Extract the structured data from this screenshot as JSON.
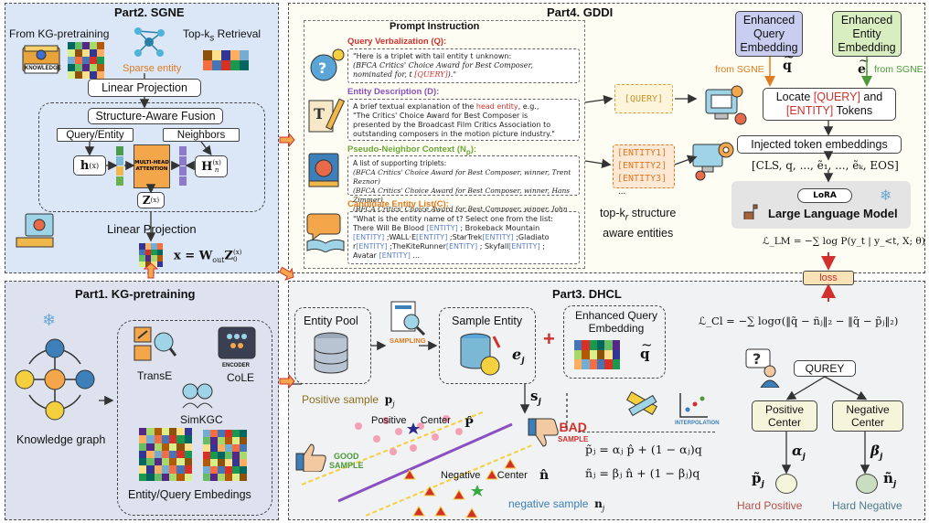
{
  "part2": {
    "title": "Part2. SGNE",
    "from_kg": "From KG-pretraining",
    "knowledge_label": "KNOWLEDGE",
    "topk": "Top-k",
    "topk_sub": "s",
    "topk_tail": " Retrieval",
    "sparse": "Sparse entity",
    "linear_projection_top": "Linear Projection",
    "fusion": "Structure-Aware Fusion",
    "query_entity": "Query/Entity",
    "neighbors": "Neighbors",
    "h": "h",
    "h_sup": "(x)",
    "H": "H",
    "H_sup": "(x)",
    "H_sub": "n",
    "attention": "MULTI-HEAD ATTENTION",
    "z": "Z",
    "z_sup": "(x)",
    "linear_projection_bottom": "Linear Projection",
    "equation": "x = W",
    "eq_sub": "out",
    "eq_Z": "Z",
    "eq_Z_sub": "0",
    "eq_Z_sup": "(x)"
  },
  "part4": {
    "title": "Part4. GDDI",
    "prompt_instruction": "Prompt  Instruction",
    "sections": [
      {
        "title": "Query Verbalization (Q):",
        "color": "#d0312d"
      },
      {
        "title": "Entity Description (D):",
        "color": "#8a4fc0"
      },
      {
        "title": "Pseudo-Neighbor Context (N",
        "color": "#6aa838"
      },
      {
        "title": "Candidate Entity List(C):",
        "color": "#e07b1f"
      }
    ],
    "pn_sub": "p",
    "pn_tail": "):",
    "q_text1": "\"Here is a triplet with tail entity t unknown:",
    "q_text2": "(BFCA Critics' Choice Award for Best Composer,",
    "q_text3": "nominated for, t ",
    "q_query": "[QUERY]",
    "q_text4": ").\"",
    "d_text1": "A brief textual explanation of the ",
    "d_head": "head entity",
    "d_text1b": ", e.g.,",
    "d_text2": "\"The Critics' Choice Award for Best Composer is",
    "d_text3": "presented by the Broadcast Film Critics Association to",
    "d_text4": "outstanding composers in the motion picture industry.\"",
    "n_text1": "A list of supporting triplets:",
    "n_text2": "(BFCA Critics' Choice Award for Best Composer, winner, Trent Reznor)",
    "n_text3": "(BFCA Critics' Choice Award for Best Composer, winner, Hans Zimmer)",
    "n_text4": "(BFCA Critics' Choice Award for Best Composer, winner, John Williams)",
    "c_text1": "\"What is the entity name of t? Select one from the list:",
    "c_text2a": "There Will Be Blood ",
    "c_ent": "[ENTITY]",
    "c_text2b": " ; Brokeback Mountain",
    "c_text3a": "",
    "c_text3b": " ;WALL·E",
    "c_text3c": " ;StarTrek",
    "c_text3d": " ;Gladiato",
    "c_text4a": "r",
    "c_text4b": " ;TheKiteRunner",
    "c_text4c": " ;  Skyfall",
    "c_text4d": " ;",
    "c_text5": "Avatar ",
    "c_text5b": " ...",
    "query_token": "[QUERY]",
    "entity_tokens": [
      "[ENTITY1]",
      "[ENTITY2]",
      "[ENTITY3]"
    ],
    "entity_dots": "...",
    "topk_struct1": "top-k",
    "topk_struct_sub": "r",
    "topk_struct2": " structure",
    "topk_struct3": "aware entities",
    "enh_query": "Enhanced Query Embedding",
    "enh_entity": "Enhanced Entity Embedding",
    "from_sgne_1": "from SGNE",
    "from_sgne_2": "from SGNE",
    "q_sym": "q",
    "e_sym": "e",
    "e_sub": "i",
    "locate_1": "Locate ",
    "locate_query": "[QUERY]",
    "locate_and": " and",
    "locate_entity": "[ENTITY]",
    "locate_tokens": " Tokens",
    "injected": "Injected token embeddings",
    "sequence": "[CLS, q, ..., ẽ₁, ..., ẽₖ, EOS]",
    "lora": "LoRA",
    "llm": "Large Language Model",
    "loss_lm": "ℒ_LM = −∑ log P(y_t | y_<t, X; θ)",
    "loss": "loss"
  },
  "part1": {
    "title": "Part1. KG-pretraining",
    "kg": "Knowledge graph",
    "transe": "TransE",
    "encoder": "ENCODER",
    "cole": "CoLE",
    "simkgc": "SimKGC",
    "embeddings": "Entity/Query Embedings"
  },
  "part3": {
    "title": "Part3. DHCL",
    "entity_pool": "Entity Pool",
    "sampling": "SAMPLING",
    "sample_entity": "Sample Entity",
    "e_j": "e",
    "e_j_sub": "j",
    "plus": "+",
    "enh_query": "Enhanced Query Embedding",
    "q_sym": "q",
    "s_j": "s",
    "s_j_sub": "j",
    "positive_sample": "Positive sample",
    "p_j": "p",
    "p_j_sub": "j",
    "positive": "Positive",
    "center": "Center",
    "p_hat": "P̂",
    "bad": "BAD",
    "bad_sample": "SAMPLE",
    "good": "GOOD",
    "good_sample": "SAMPLE",
    "negative": "Negative",
    "neg_center": "Center",
    "n_hat": "n̂",
    "negative_sample": "negative sample",
    "n_j": "n",
    "n_j_sub": "j",
    "interpolation": "INTERPOLATION",
    "eq1": "p̃ⱼ = αⱼ p̂ + (1 − αⱼ)q",
    "eq2": "ñⱼ = βⱼ n̂ + (1 − βⱼ)q",
    "cl_loss": "ℒ_Cl = −∑ logσ(‖q̃ − ñⱼ‖₂ − ‖q̃ − p̃ⱼ‖₂)",
    "qurey": "QUREY",
    "pos_center": "Positive Center",
    "neg_center_box": "Negative Center",
    "alpha": "α",
    "alpha_sub": "j",
    "beta": "β",
    "beta_sub": "j",
    "p_tilde": "p̃",
    "p_tilde_sub": "j",
    "n_tilde": "ñ",
    "n_tilde_sub": "j",
    "hard_pos": "Hard Positive",
    "hard_neg": "Hard Negative"
  },
  "colors": {
    "part2_bg": "#dbe7f6",
    "part4_bg": "#fdfdf3",
    "part1_bg": "#dde2ee",
    "part3_bg": "#f1f2f3",
    "red": "#d0312d",
    "enh_query_bg": "#c9cdf0",
    "enh_entity_bg": "#d8eec0",
    "orange": "#e07b1f",
    "green_text": "#4a9a3a",
    "hard_pos_color": "#b3524a",
    "hard_neg_color": "#4e7b8c"
  }
}
